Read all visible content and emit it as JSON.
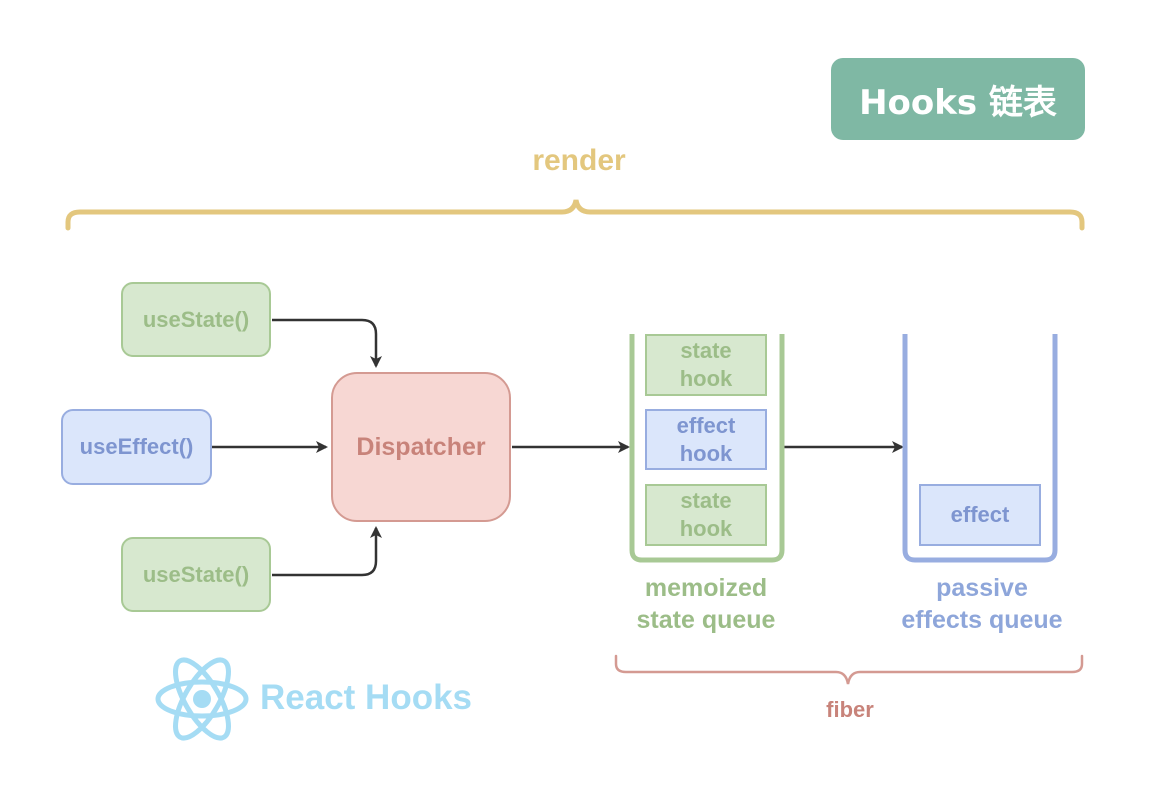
{
  "title": "Hooks 链表",
  "render_label": "render",
  "inputs": [
    {
      "label": "useState()"
    },
    {
      "label": "useEffect()"
    },
    {
      "label": "useState()"
    }
  ],
  "dispatcher_label": "Dispatcher",
  "state_queue": {
    "cells": [
      "state\nhook",
      "effect\nhook",
      "state\nhook"
    ],
    "caption": "memoized\nstate queue"
  },
  "effects_queue": {
    "cells": [
      "effect"
    ],
    "caption": "passive\neffects queue"
  },
  "fiber_label": "fiber",
  "logo_text": "React Hooks",
  "colors": {
    "green": "#9cbd88",
    "blue": "#7e95d0",
    "red": "#c8837a",
    "yellow": "#e3c77e",
    "teal": "#7fb8a4",
    "react": "#a5dcf4"
  }
}
